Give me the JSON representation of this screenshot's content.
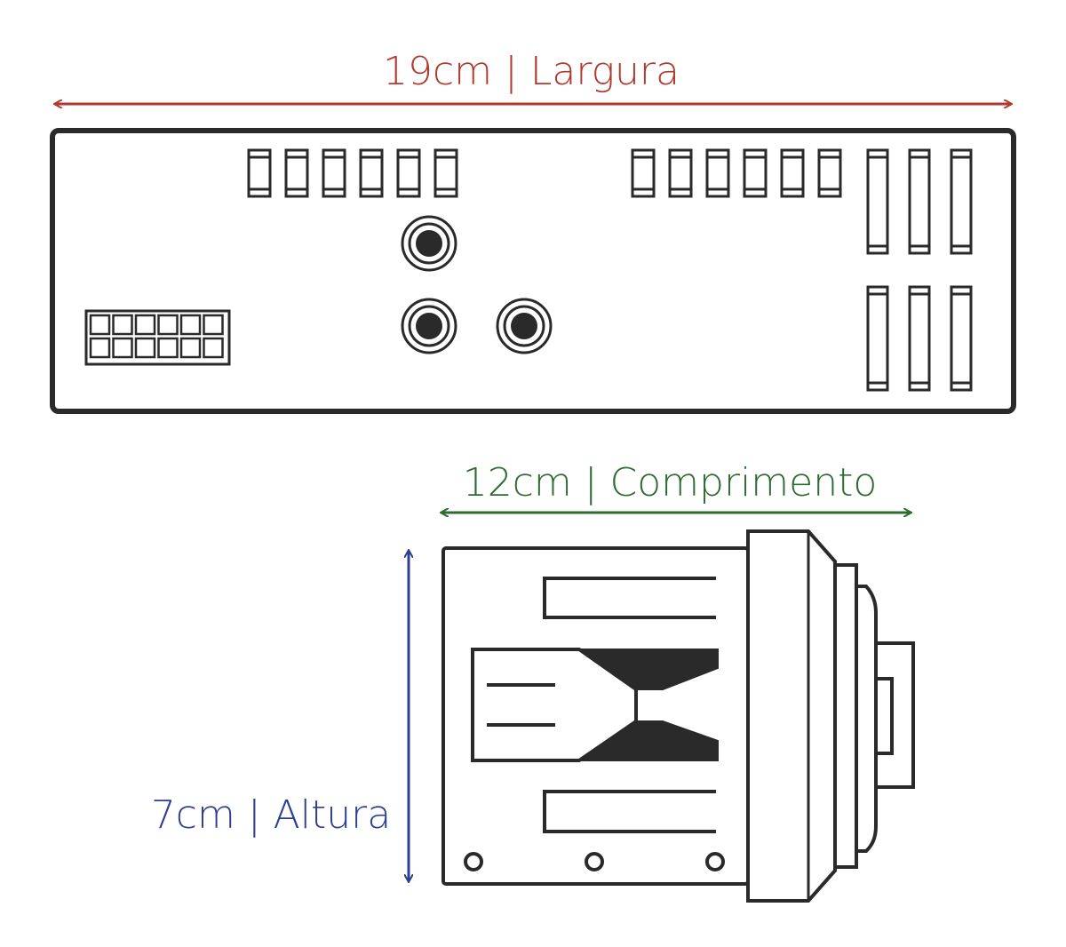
{
  "dimensions": {
    "width": {
      "label": "19cm | Largura",
      "color": "#b03a2e"
    },
    "length": {
      "label": "12cm | Comprimento",
      "color": "#2e6b33"
    },
    "height": {
      "label": "7cm | Altura",
      "color": "#2f3f8f"
    }
  },
  "colors": {
    "stroke": "#2a2a2a",
    "fill_dark": "#2a2a2a",
    "background": "#ffffff"
  }
}
